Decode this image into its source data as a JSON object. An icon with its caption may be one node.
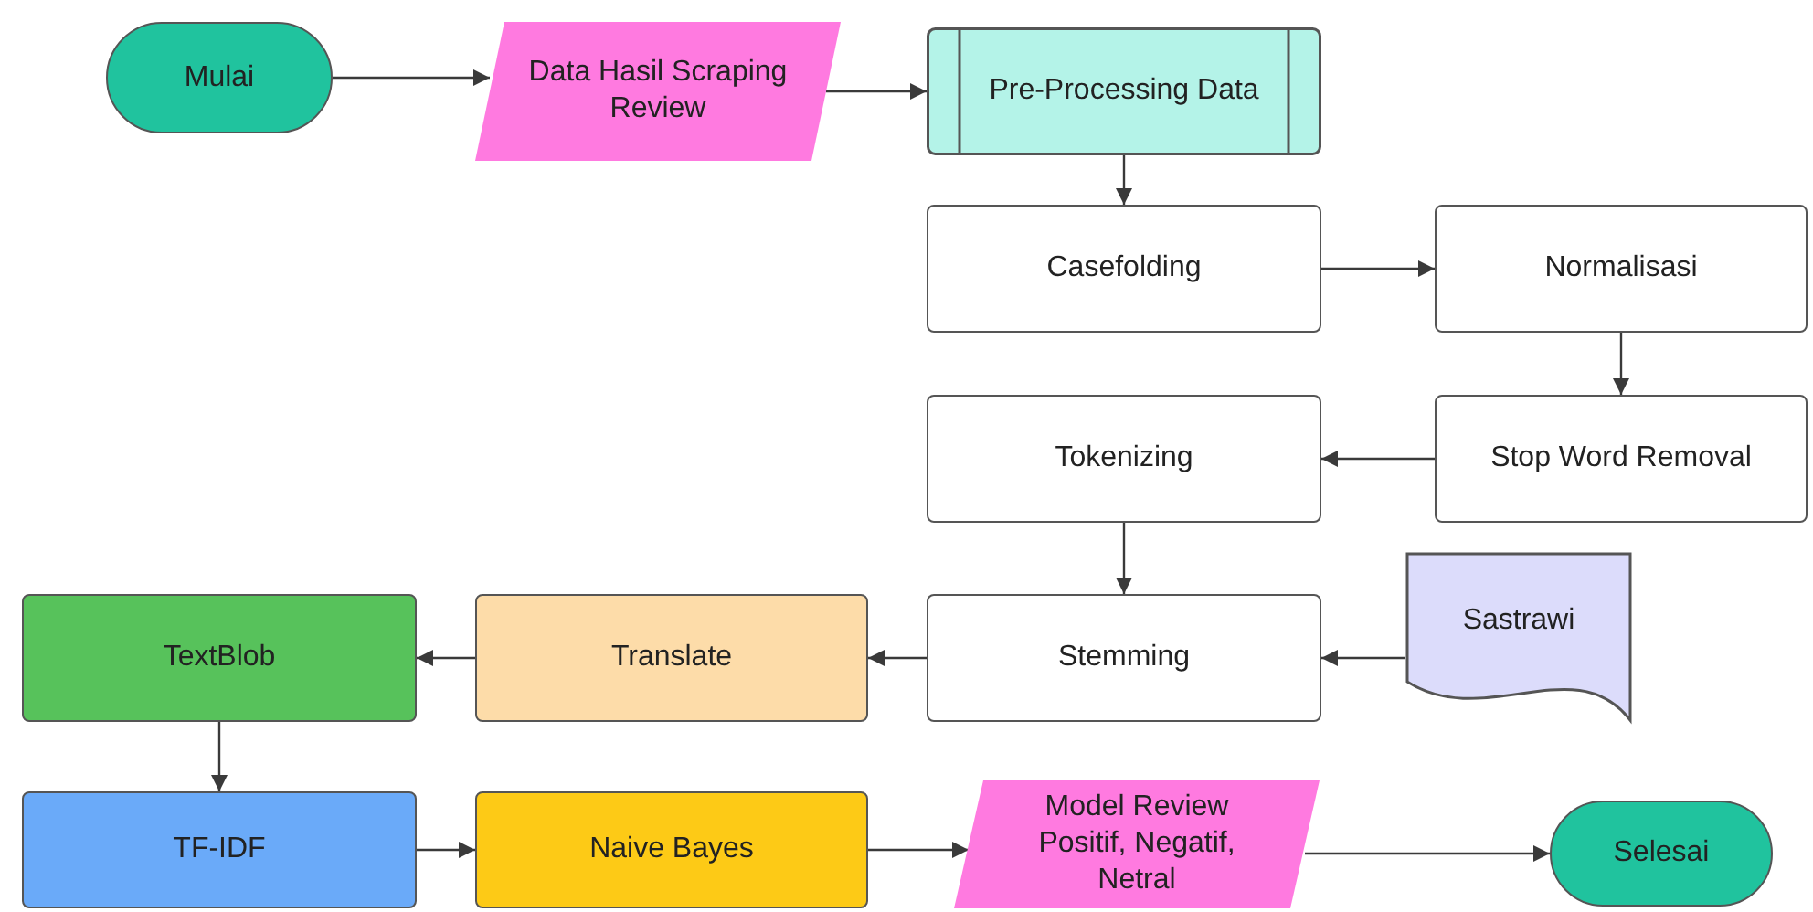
{
  "diagram": {
    "nodes": [
      {
        "text": [
          "Mulai"
        ]
      },
      {
        "text": [
          "Data Hasil Scraping Review"
        ]
      },
      {
        "text": [
          "Pre-Processing Data"
        ]
      },
      {
        "text": [
          "Casefolding"
        ]
      },
      {
        "text": [
          "Normalisasi"
        ]
      },
      {
        "text": [
          "Stop Word Removal"
        ]
      },
      {
        "text": [
          "Tokenizing"
        ]
      },
      {
        "text": [
          "Sastrawi"
        ]
      },
      {
        "text": [
          "Stemming"
        ]
      },
      {
        "text": [
          "Translate"
        ]
      },
      {
        "text": [
          "TextBlob"
        ]
      },
      {
        "text": [
          "TF-IDF"
        ]
      },
      {
        "text": [
          "Naive Bayes"
        ]
      },
      {
        "text": [
          "Model Review Positif, Negatif, Netral"
        ]
      },
      {
        "text": [
          "Selesai"
        ]
      }
    ],
    "edges": [
      {
        "from": 0,
        "to": 1,
        "arrow": "to"
      },
      {
        "from": 1,
        "to": 2,
        "arrow": "to"
      },
      {
        "from": 2,
        "to": 3,
        "arrow": "to"
      },
      {
        "from": 3,
        "to": 4,
        "arrow": "to"
      },
      {
        "from": 4,
        "to": 5,
        "arrow": "to"
      },
      {
        "from": 5,
        "to": 6,
        "arrow": "to"
      },
      {
        "from": 6,
        "to": 8,
        "arrow": "to"
      },
      {
        "from": 7,
        "to": 8,
        "arrow": "to"
      },
      {
        "from": 8,
        "to": 9,
        "arrow": "to"
      },
      {
        "from": 9,
        "to": 10,
        "arrow": "to"
      },
      {
        "from": 10,
        "to": 11,
        "arrow": "to"
      },
      {
        "from": 11,
        "to": 12,
        "arrow": "to"
      },
      {
        "from": 12,
        "to": 13,
        "arrow": "to"
      },
      {
        "from": 13,
        "to": 14,
        "arrow": "to"
      }
    ]
  }
}
